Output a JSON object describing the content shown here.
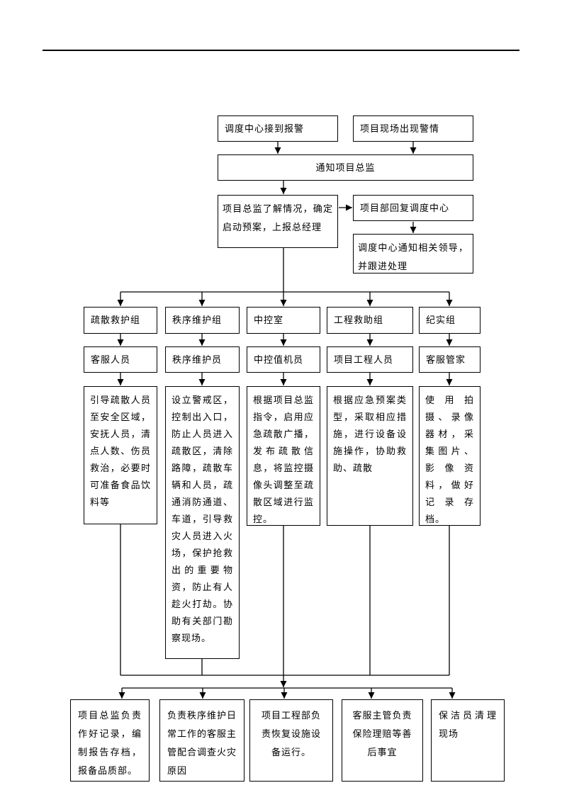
{
  "colors": {
    "line": "#000000",
    "border": "#000000",
    "text": "#000000",
    "page_bg": "#ffffff"
  },
  "flowchart": {
    "start": {
      "dispatch_alarm": "调度中心接到报警",
      "site_alarm": "项目现场出现警情",
      "notify_director": "通知项目总监",
      "director_assess": "项目总监了解情况，确定启动预案，上报总经理",
      "reply_dispatch": "项目部回复调度中心",
      "dispatch_followup": "调度中心通知相关领导，并跟进处理"
    },
    "teams": {
      "groups": [
        "疏散救护组",
        "秩序维护组",
        "中控室",
        "工程救助组",
        "纪实组"
      ],
      "roles": [
        "客服人员",
        "秩序维护员",
        "中控值机员",
        "项目工程人员",
        "客服管家"
      ],
      "duties": [
        "引导疏散人员至安全区域，安抚人员，清点人数、伤员救治，必要时可准备食品饮料等",
        "设立警戒区，控制出入口，防止人员进入疏散区，清除路障，疏散车辆和人员，疏通消防通道、车道，引导救灾人员进入火场，保护抢救出的重要物资，防止有人趁火打劫。协助有关部门勘察现场。",
        "根据项目总监指令，启用应急疏散广播，发布疏散信息，将监控摄像头调整至疏散区域进行监控。",
        "根据应急预案类型，采取相应措施，进行设备设施操作，协助救助、疏散",
        "使用拍摄、录像器材，采集图片、影像资料，做好记录存档。"
      ]
    },
    "aftermath": [
      "项目总监负责作好记录，编制报告存档，报备品质部。",
      "负责秩序维护日常工作的客服主管配合调查火灾原因",
      "项目工程部负责恢复设施设备运行。",
      "客服主管负责保险理赔等善后事宜",
      "保洁员清理现场"
    ]
  }
}
